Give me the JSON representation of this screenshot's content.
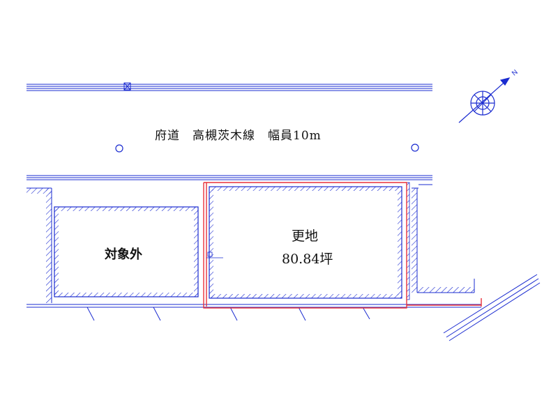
{
  "road": {
    "label": "府道　高槻茨木線　幅員10m"
  },
  "excluded_area": {
    "label": "対象外"
  },
  "vacant_lot": {
    "label": "更地",
    "area": "80.84坪"
  },
  "north_arrow": {
    "letter": "N"
  },
  "colors": {
    "line": "#1a2bd0",
    "boundary": "#e8303a",
    "text": "#111111"
  }
}
